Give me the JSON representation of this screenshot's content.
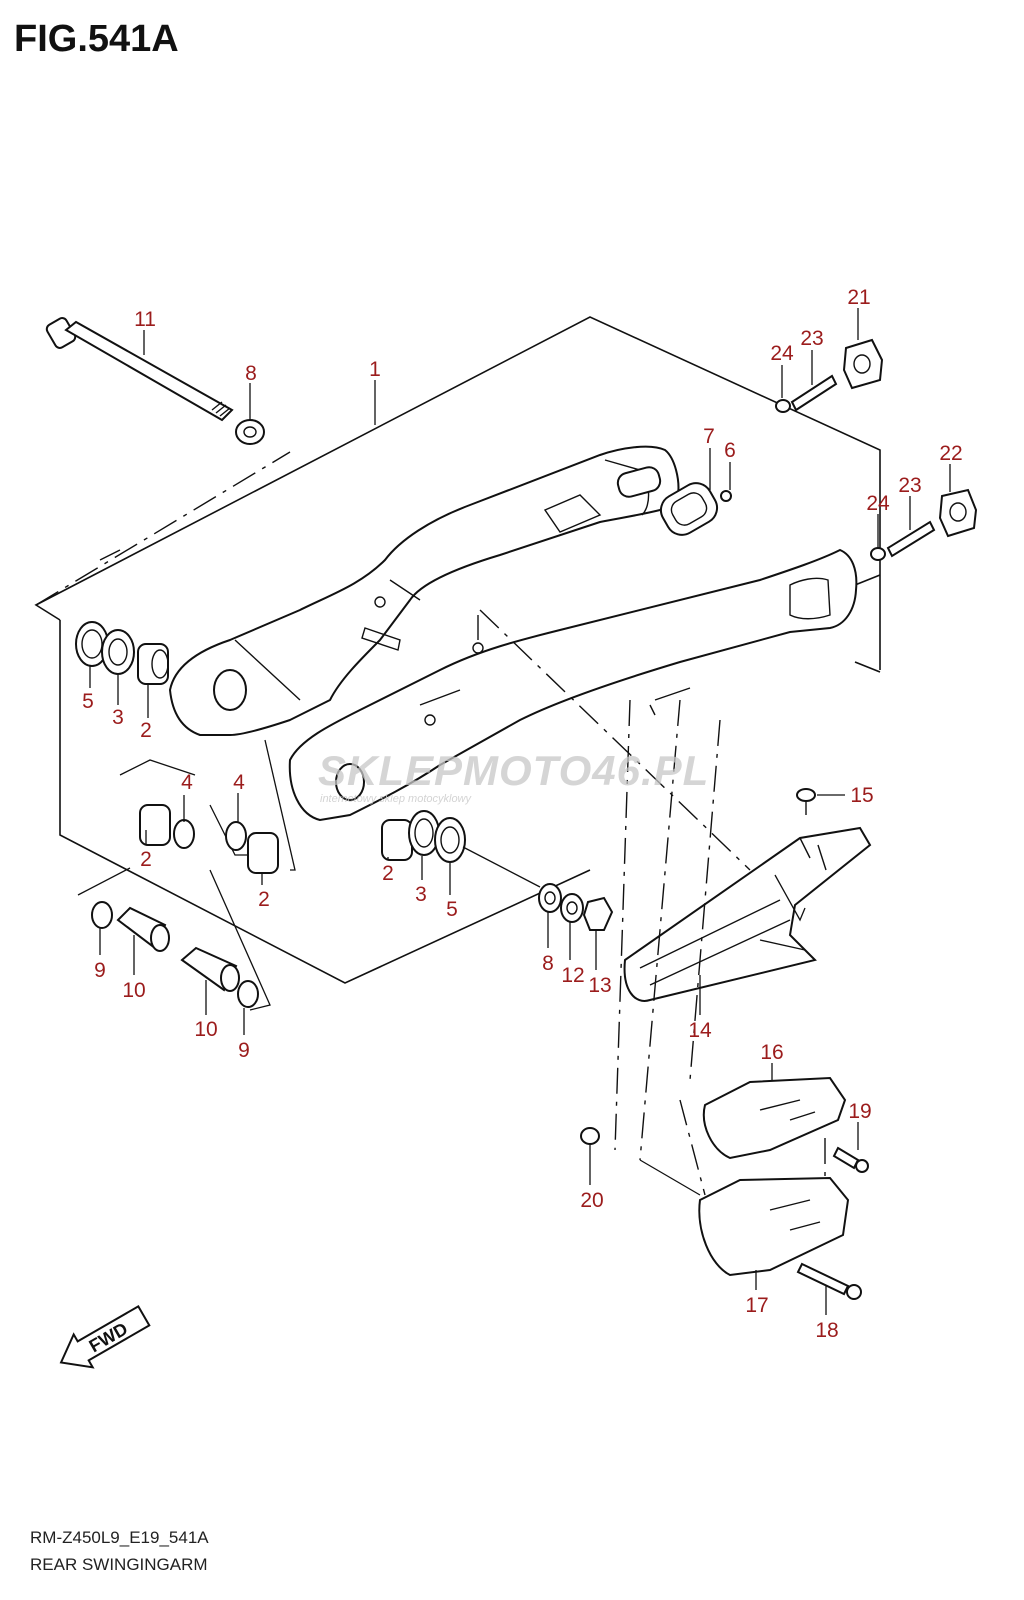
{
  "figure": {
    "title": "FIG.541A",
    "model_code": "RM-Z450L9_E19_541A",
    "name": "REAR SWINGINGARM"
  },
  "watermark": {
    "text": "SKLEPMOTO46.PL",
    "subtext": "internetowy sklep motocyklowy"
  },
  "fwd_label": "FWD",
  "callouts": {
    "c1": "1",
    "c2a": "2",
    "c2b": "2",
    "c2c": "2",
    "c2d": "2",
    "c3a": "3",
    "c3b": "3",
    "c4a": "4",
    "c4b": "4",
    "c5a": "5",
    "c5b": "5",
    "c6": "6",
    "c7": "7",
    "c8a": "8",
    "c8b": "8",
    "c9a": "9",
    "c9b": "9",
    "c10a": "10",
    "c10b": "10",
    "c11": "11",
    "c12": "12",
    "c13": "13",
    "c14": "14",
    "c15": "15",
    "c16": "16",
    "c17": "17",
    "c18": "18",
    "c19": "19",
    "c20": "20",
    "c21": "21",
    "c22": "22",
    "c23a": "23",
    "c23b": "23",
    "c24a": "24",
    "c24b": "24"
  },
  "colors": {
    "callout": "#9b1c1c",
    "line": "#111111"
  }
}
